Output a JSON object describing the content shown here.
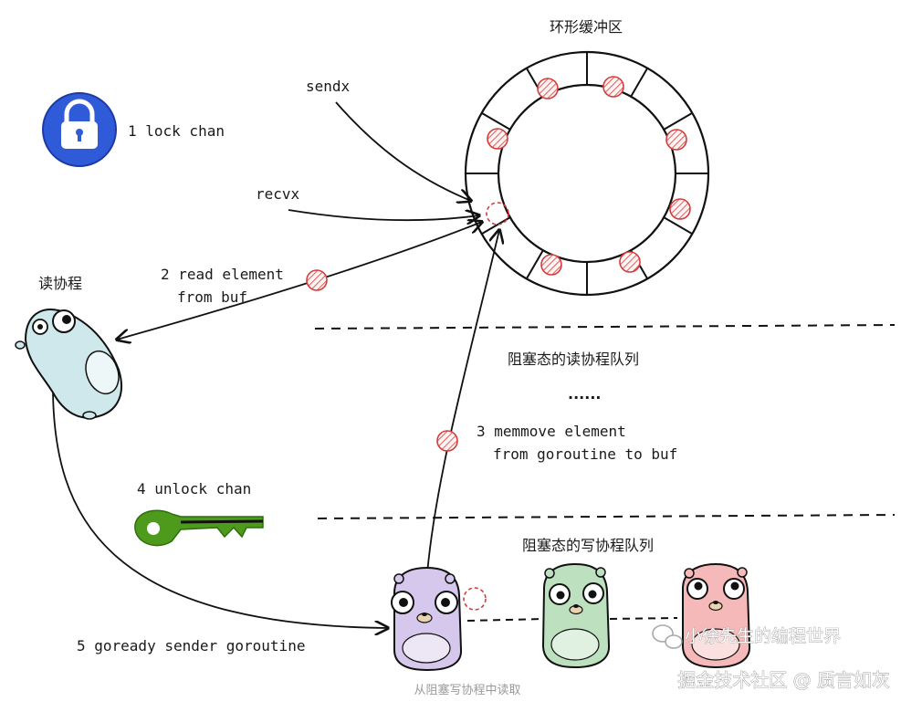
{
  "title": "环形缓冲区",
  "pointers": {
    "sendx": "sendx",
    "recvx": "recvx"
  },
  "steps": {
    "lock": "1 lock chan",
    "read_line1": "2 read element",
    "read_line2": "from buf",
    "memmove_line1": "3 memmove element",
    "memmove_line2": "from goroutine to buf",
    "unlock": "4 unlock chan",
    "goready": "5 goready sender goroutine"
  },
  "labels": {
    "reader": "读协程",
    "recv_queue": "阻塞态的读协程队列",
    "ellipsis": "......",
    "send_queue": "阻塞态的写协程队列"
  },
  "caption": "从阻塞写协程中读取",
  "watermark": {
    "wechat": "小徐先生的编程世界",
    "juejin": "掘金技术社区 @ 质言如灰"
  },
  "colors": {
    "lock_blue": "#2f5bd8",
    "key_green": "#4e9a1c",
    "element_red": "#e24a4a",
    "reader_gopher": "#cfe8ec",
    "sender1_gopher": "#d6c8ec",
    "sender2_gopher": "#bde0bf",
    "sender3_gopher": "#f6b9b9"
  },
  "icons": [
    "lock-icon",
    "key-icon",
    "wechat-icon"
  ]
}
